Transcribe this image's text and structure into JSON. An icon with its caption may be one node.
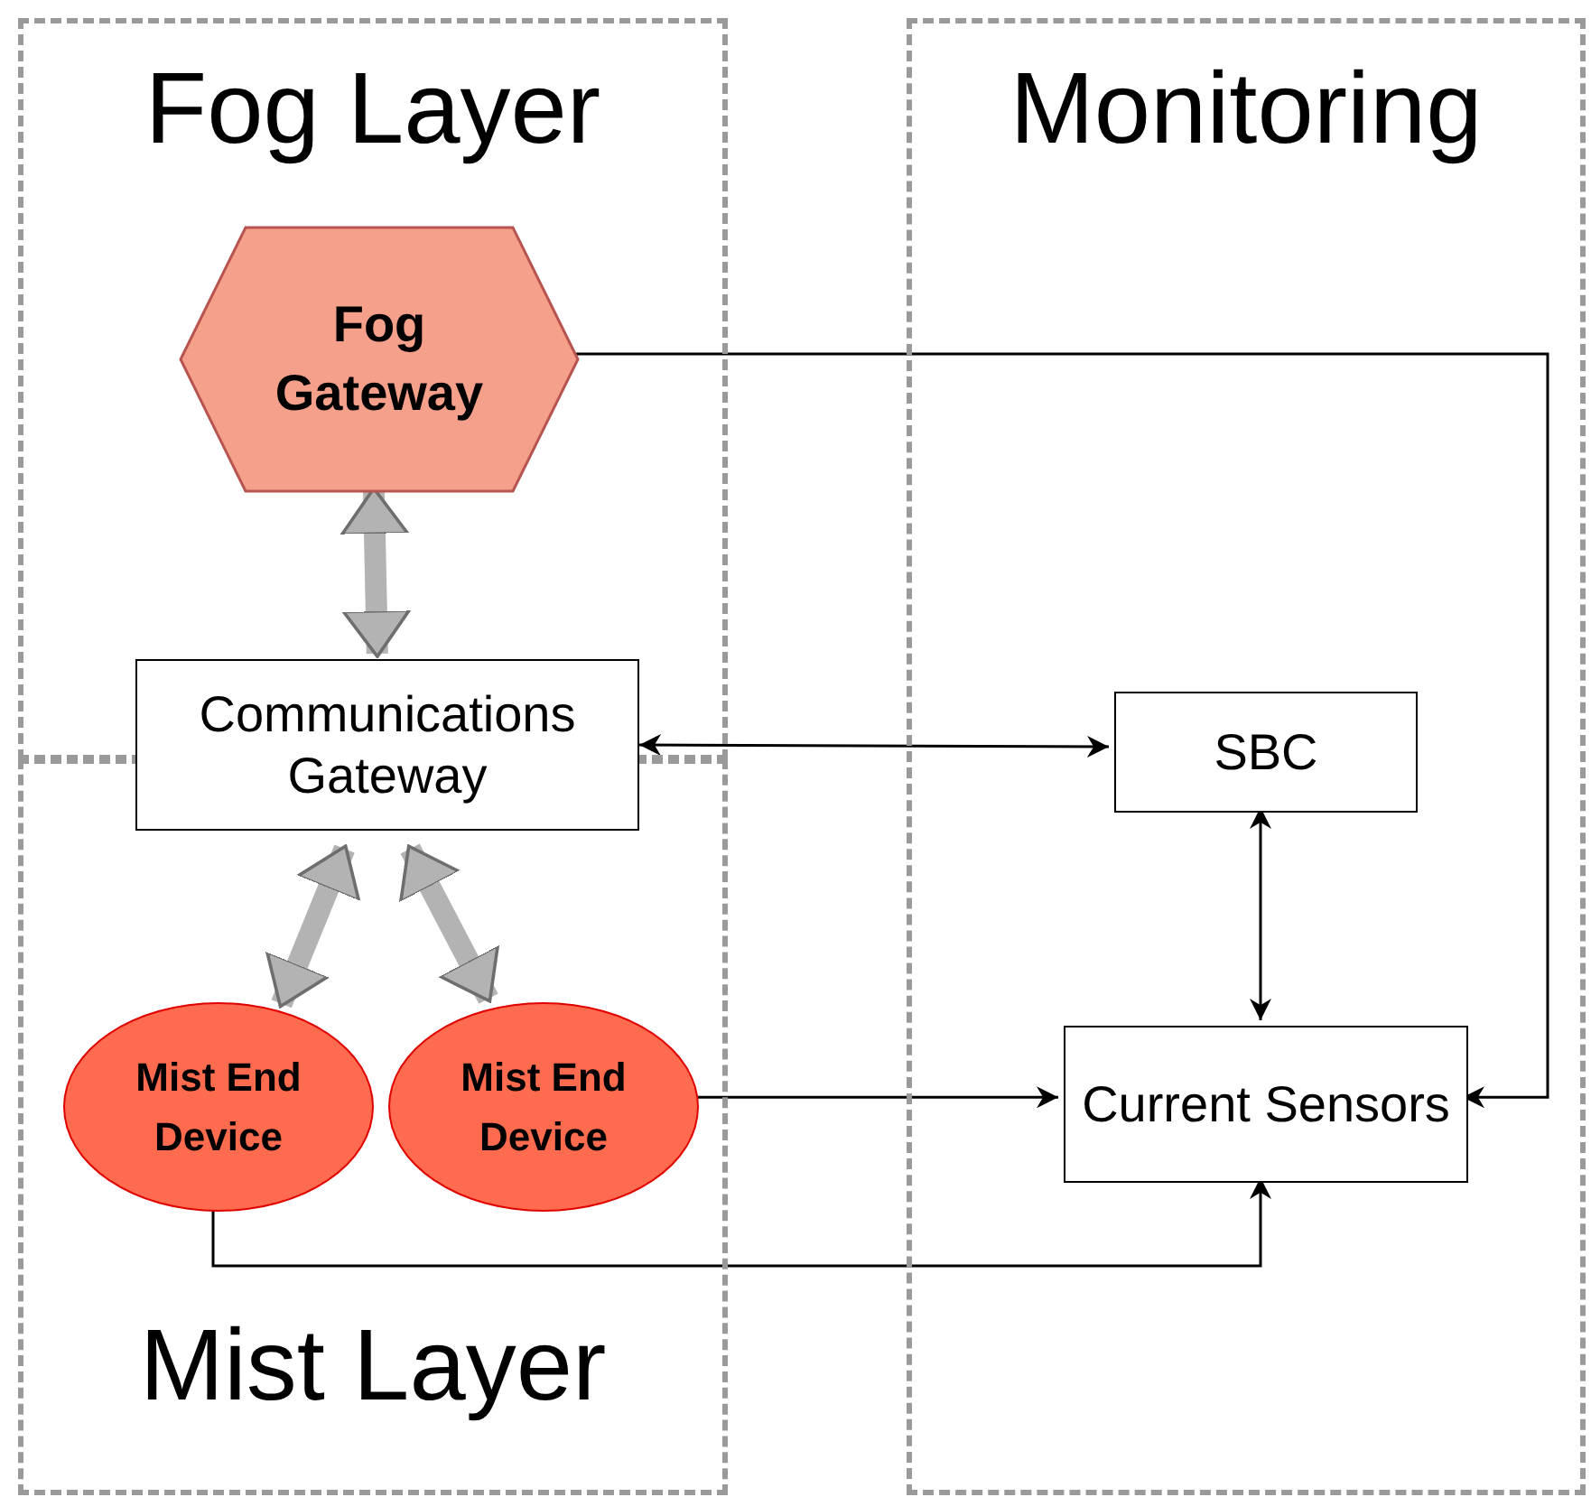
{
  "diagram": {
    "nodes": [
      {
        "text": [
          "Fog Layer"
        ]
      },
      {
        "text": [
          "Fog Gateway"
        ],
        "in": 0
      },
      {
        "text": [
          "Communications Gateway"
        ]
      },
      {
        "text": [
          "Mist Layer"
        ]
      },
      {
        "text": [
          "Mist End Device"
        ],
        "in": 3
      },
      {
        "text": [
          "Mist End Device"
        ],
        "in": 3
      },
      {
        "text": [
          "Monitoring"
        ]
      },
      {
        "text": [
          "SBC"
        ],
        "in": 6
      },
      {
        "text": [
          "Current Sensors"
        ],
        "in": 6
      }
    ],
    "edges": [
      {
        "from": 1,
        "to": 2,
        "arrow": "both",
        "style": "thick",
        "color": "#b3b3b3"
      },
      {
        "from": 2,
        "to": 4,
        "arrow": "both",
        "style": "thick",
        "color": "#b3b3b3"
      },
      {
        "from": 2,
        "to": 5,
        "arrow": "both",
        "style": "thick",
        "color": "#b3b3b3"
      },
      {
        "from": 2,
        "to": 7,
        "arrow": "both"
      },
      {
        "from": 7,
        "to": 8,
        "arrow": "both"
      },
      {
        "from": 1,
        "to": 8,
        "arrow": "to"
      },
      {
        "from": 5,
        "to": 8,
        "arrow": "to"
      },
      {
        "from": 4,
        "to": 8,
        "arrow": "to"
      }
    ]
  }
}
